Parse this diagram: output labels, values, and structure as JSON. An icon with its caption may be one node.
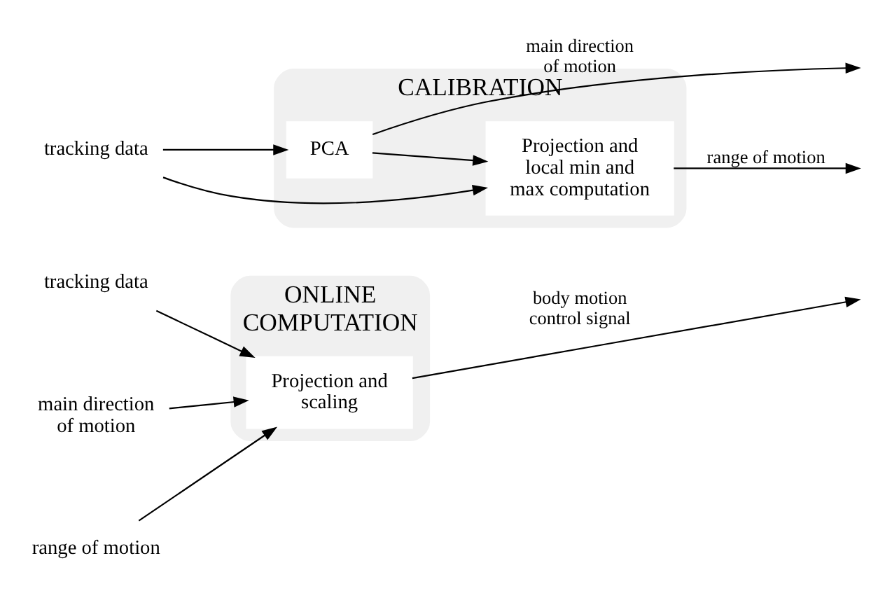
{
  "diagram": {
    "nodes": [
      {
        "text": [
          "CALIBRATION"
        ]
      },
      {
        "text": [
          "tracking data"
        ]
      },
      {
        "text": [
          "PCA"
        ],
        "in": 0
      },
      {
        "text": [
          "Projection and local min and max computation"
        ],
        "in": 0
      },
      {
        "text": [
          "ONLINE COMPUTATION"
        ]
      },
      {
        "text": [
          "tracking data"
        ]
      },
      {
        "text": [
          "main direction of motion"
        ]
      },
      {
        "text": [
          "range of motion"
        ]
      },
      {
        "text": [
          "Projection and scaling"
        ],
        "in": 4
      }
    ],
    "edges": [
      {
        "from": 1,
        "to": 2,
        "arrow": "to"
      },
      {
        "from": 1,
        "to": 3,
        "arrow": "to"
      },
      {
        "from": 2,
        "to": 3,
        "arrow": "to"
      },
      {
        "from": 2,
        "to": null,
        "arrow": "to",
        "label": "main direction of motion"
      },
      {
        "from": 3,
        "to": null,
        "arrow": "to",
        "label": "range of motion"
      },
      {
        "from": 5,
        "to": 8,
        "arrow": "to"
      },
      {
        "from": 6,
        "to": 8,
        "arrow": "to"
      },
      {
        "from": 7,
        "to": 8,
        "arrow": "to"
      },
      {
        "from": 8,
        "to": null,
        "arrow": "to",
        "label": "body motion control signal"
      }
    ]
  }
}
